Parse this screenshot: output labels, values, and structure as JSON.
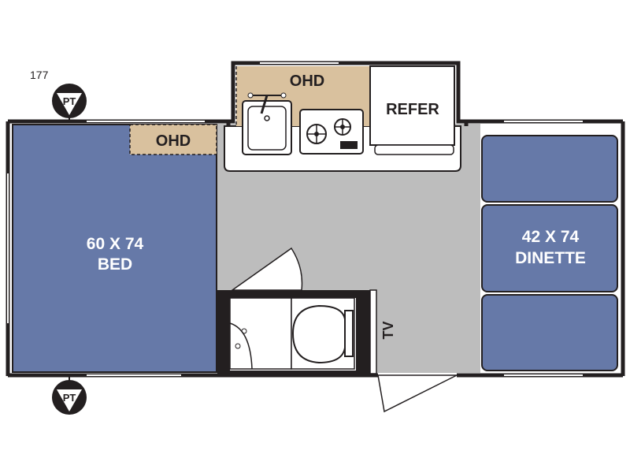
{
  "model": "177",
  "pt_label": "PT",
  "ohd_label": "OHD",
  "refer_label": "REFER",
  "bed": {
    "size": "60 X 74",
    "name": "BED"
  },
  "dinette": {
    "size": "42 X 74",
    "name": "DINETTE"
  },
  "tv_label": "TV",
  "colors": {
    "bed_blue": "#6679a8",
    "cabinet_tan": "#d9c19e",
    "floor_gray": "#bdbdbd",
    "wall": "#231f20"
  }
}
